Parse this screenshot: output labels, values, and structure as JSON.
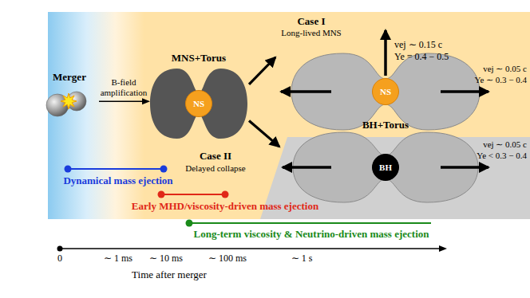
{
  "diagram": {
    "nodes": [
      {
        "text": [
          "Merger"
        ]
      },
      {
        "text": [
          "MNS+Torus"
        ]
      },
      {
        "text": [
          "NS"
        ],
        "in": 1
      },
      {
        "text": [
          "Case I",
          "Long-lived MNS"
        ]
      },
      {
        "text": [
          "NS"
        ],
        "in": 3
      },
      {
        "text": [
          "BH+Torus"
        ]
      },
      {
        "text": [
          "BH"
        ],
        "in": 5
      }
    ],
    "edges": [
      {
        "from": 0,
        "to": 1,
        "label": "B-field amplification",
        "arrow": "to"
      },
      {
        "from": 1,
        "to": 3,
        "arrow": "to"
      },
      {
        "from": 1,
        "to": 5,
        "arrow": "to"
      }
    ],
    "labels": [
      "vej ∼ 0.15 c",
      "Ye = 0.4 − 0.5",
      "vej ∼ 0.05 c",
      "Ye ∼ 0.3 − 0.4",
      "Case II",
      "Delayed collapse",
      "vej ∼ 0.05 c",
      "Ye < 0.3 − 0.4",
      "Dynamical mass ejection",
      "Early MHD/viscosity-driven mass ejection",
      "Long-term viscosity & Neutrino-driven mass ejection",
      "0",
      "∼ 1 ms",
      "∼ 10 ms",
      "∼ 100 ms",
      "∼ 1 s",
      "Time after merger"
    ]
  }
}
